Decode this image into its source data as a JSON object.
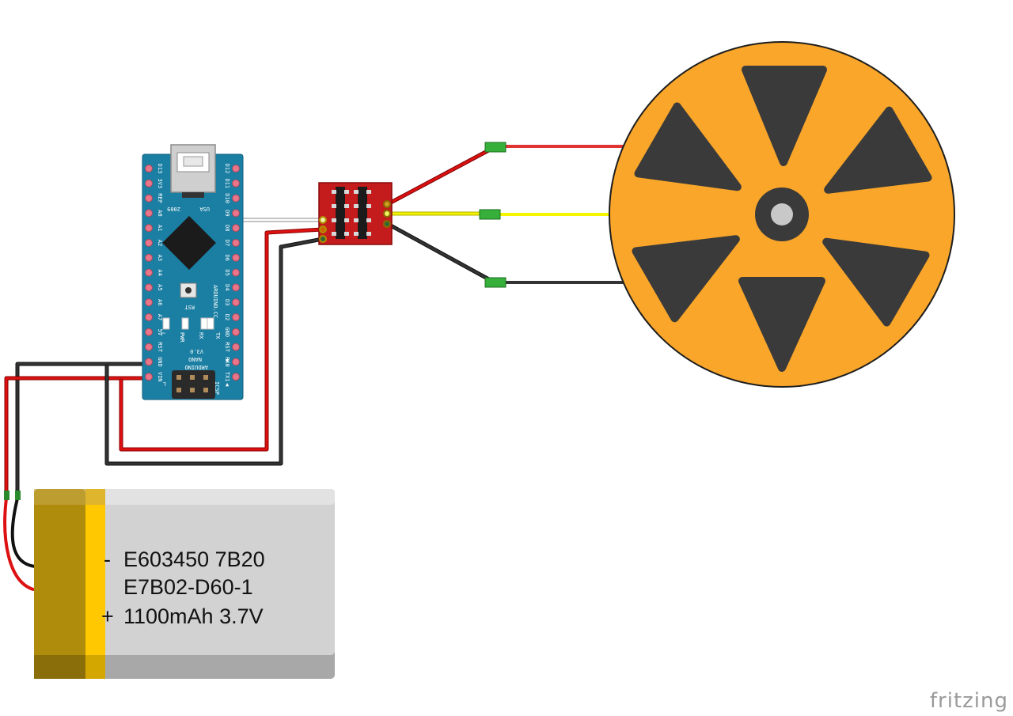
{
  "battery": {
    "minus_sign": "-",
    "line1": "E603450 7B20",
    "line2": "E7B02-D60-1",
    "plus_sign": "+",
    "line3": "1100mAh 3.7V"
  },
  "arduino": {
    "left_pins": [
      "D13",
      "3V3",
      "REF",
      "A0",
      "A1",
      "A2",
      "A3",
      "A4",
      "A5",
      "A6",
      "A7",
      "5V",
      "RST",
      "GND",
      "VIN"
    ],
    "right_pins": [
      "D12",
      "D11",
      "D10",
      "D9",
      "D8",
      "D7",
      "D6",
      "D5",
      "D4",
      "D3",
      "D2",
      "GND",
      "RST",
      "RX0",
      "TX1"
    ],
    "usa": "USA",
    "year": "2009",
    "rst": "RST",
    "site": "ARDUINO.CC",
    "leds": [
      "L",
      "PWR",
      "RX",
      "TX"
    ],
    "version": "V3.0",
    "name1": "NANO",
    "name2": "ARDUINO",
    "icsp": "ICSP"
  },
  "colors": {
    "board": "#1b7fa3",
    "wire_red": "#cc0000",
    "wire_black": "#222222",
    "wire_yellow": "#f2f200",
    "motor_orange": "#f9a62a",
    "motor_dark": "#3a3a3a",
    "battery_gold": "#b08c0c",
    "battery_yellow": "#ffc800",
    "battery_silver": "#d2d2d2"
  },
  "branding": {
    "logo": "fritzing"
  }
}
